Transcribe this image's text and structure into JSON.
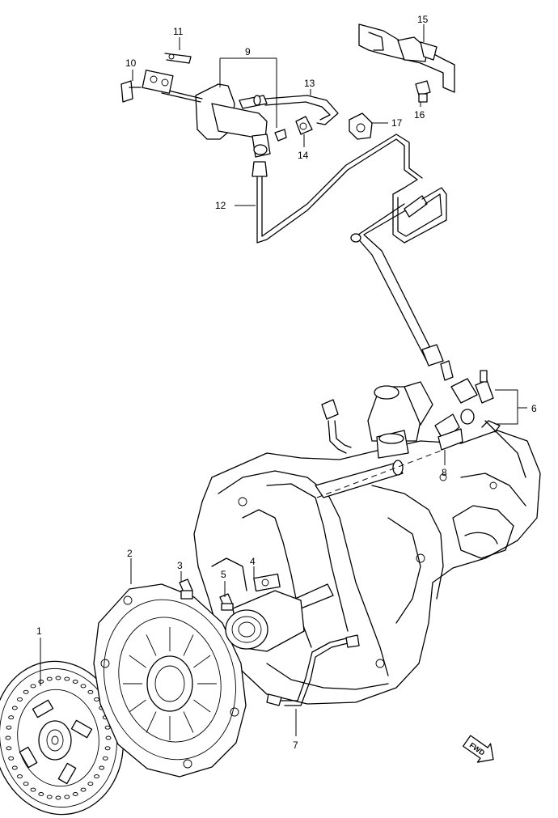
{
  "callouts": {
    "c1": "1",
    "c2": "2",
    "c3": "3",
    "c4": "4",
    "c5": "5",
    "c6": "6",
    "c7": "7",
    "c8": "8",
    "c9": "9",
    "c10": "10",
    "c11": "11",
    "c12": "12",
    "c13": "13",
    "c14": "14",
    "c15": "15",
    "c16": "16",
    "c17": "17"
  },
  "fwd_badge": "FWD"
}
